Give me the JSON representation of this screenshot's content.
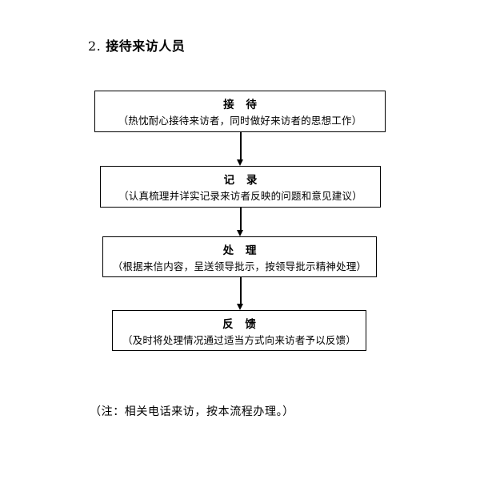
{
  "page": {
    "background_color": "#ffffff",
    "text_color": "#000000",
    "border_color": "#000000"
  },
  "section": {
    "number": "2.",
    "title": "接待来访人员"
  },
  "flowchart": {
    "type": "vertical-flow",
    "orientation": "top-to-bottom",
    "connector": "arrow-down",
    "nodes": [
      {
        "id": "node-1",
        "title": "接 待",
        "description": "（热忱耐心接待来访者，同时做好来访者的思想工作）"
      },
      {
        "id": "node-2",
        "title": "记 录",
        "description": "（认真梳理并详实记录来访者反映的问题和意见建议）"
      },
      {
        "id": "node-3",
        "title": "处 理",
        "description": "（根据来信内容，呈送领导批示，按领导批示精神处理）"
      },
      {
        "id": "node-4",
        "title": "反 馈",
        "description": "（及时将处理情况通过适当方式向来访者予以反馈）"
      }
    ]
  },
  "footnote": {
    "text": "（注：相关电话来访，按本流程办理。）"
  }
}
